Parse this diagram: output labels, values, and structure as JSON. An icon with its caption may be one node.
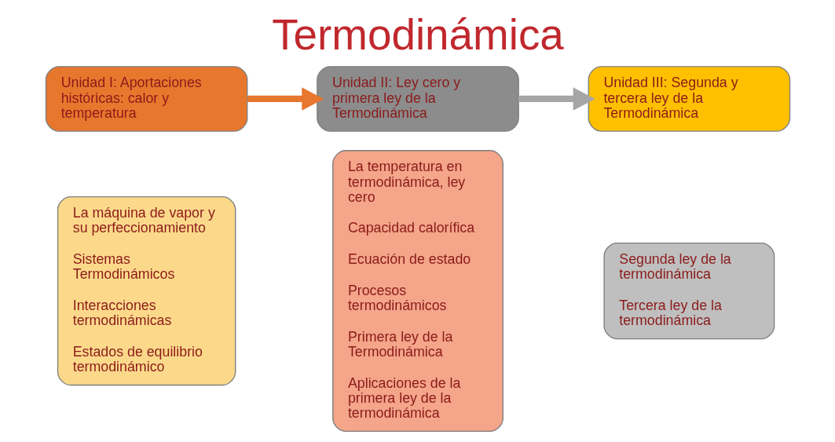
{
  "diagram": {
    "title": "Termodinámica",
    "nodes": [
      {
        "text": [
          "Unidad I: Aportaciones históricas: calor y temperatura"
        ]
      },
      {
        "text": [
          "La máquina de vapor y su perfeccionamiento",
          "Sistemas Termodinámicos",
          "Interacciones termodinámicas",
          "Estados de equilibrio termodinámico"
        ]
      },
      {
        "text": [
          "Unidad II: Ley cero y primera ley de la Termodinámica"
        ]
      },
      {
        "text": [
          "La temperatura en termodinámica, ley cero",
          "Capacidad calorífica",
          "Ecuación de estado",
          "Procesos termodinámicos",
          "Primera ley de la Termodinámica",
          "Aplicaciones de la primera ley de la termodinámica"
        ]
      },
      {
        "text": [
          "Unidad III: Segunda y tercera ley de la Termodinámica"
        ]
      },
      {
        "text": [
          "Segunda ley de la termodinámica",
          "Tercera ley de la termodinámica"
        ]
      }
    ],
    "edges": [
      {
        "from": 0,
        "to": 2,
        "arrow": "to",
        "color": "#e8772e"
      },
      {
        "from": 2,
        "to": 4,
        "arrow": "to",
        "color": "#a6a6a6"
      }
    ]
  }
}
